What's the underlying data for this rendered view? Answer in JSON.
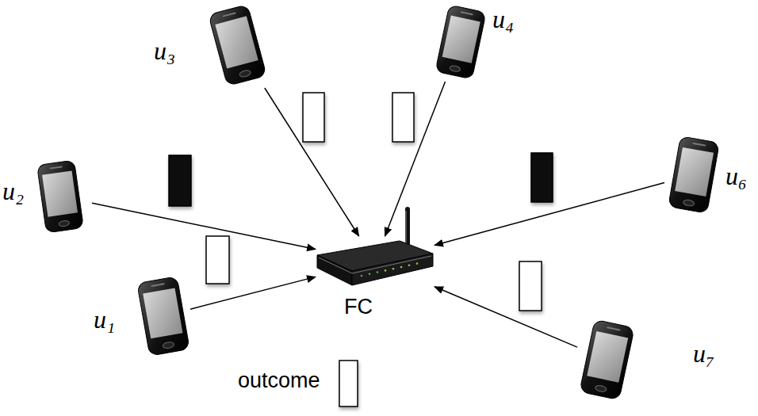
{
  "diagram": {
    "nodes": [
      {
        "text": [
          "u₃"
        ]
      },
      {
        "text": [
          "u₄"
        ]
      },
      {
        "text": [
          "u₂"
        ]
      },
      {
        "text": [
          "u₆"
        ]
      },
      {
        "text": [
          "u₁"
        ]
      },
      {
        "text": [
          "FC"
        ]
      },
      {
        "text": [
          "u₇"
        ]
      }
    ],
    "edges": [
      {
        "from": 0,
        "to": 5,
        "arrow": "to"
      },
      {
        "from": 1,
        "to": 5,
        "arrow": "to"
      },
      {
        "from": 2,
        "to": 5,
        "arrow": "to"
      },
      {
        "from": 3,
        "to": 5,
        "arrow": "to"
      },
      {
        "from": 4,
        "to": 5,
        "arrow": "to"
      },
      {
        "from": 6,
        "to": 5,
        "arrow": "to"
      }
    ],
    "labels": [
      "outcome"
    ]
  }
}
